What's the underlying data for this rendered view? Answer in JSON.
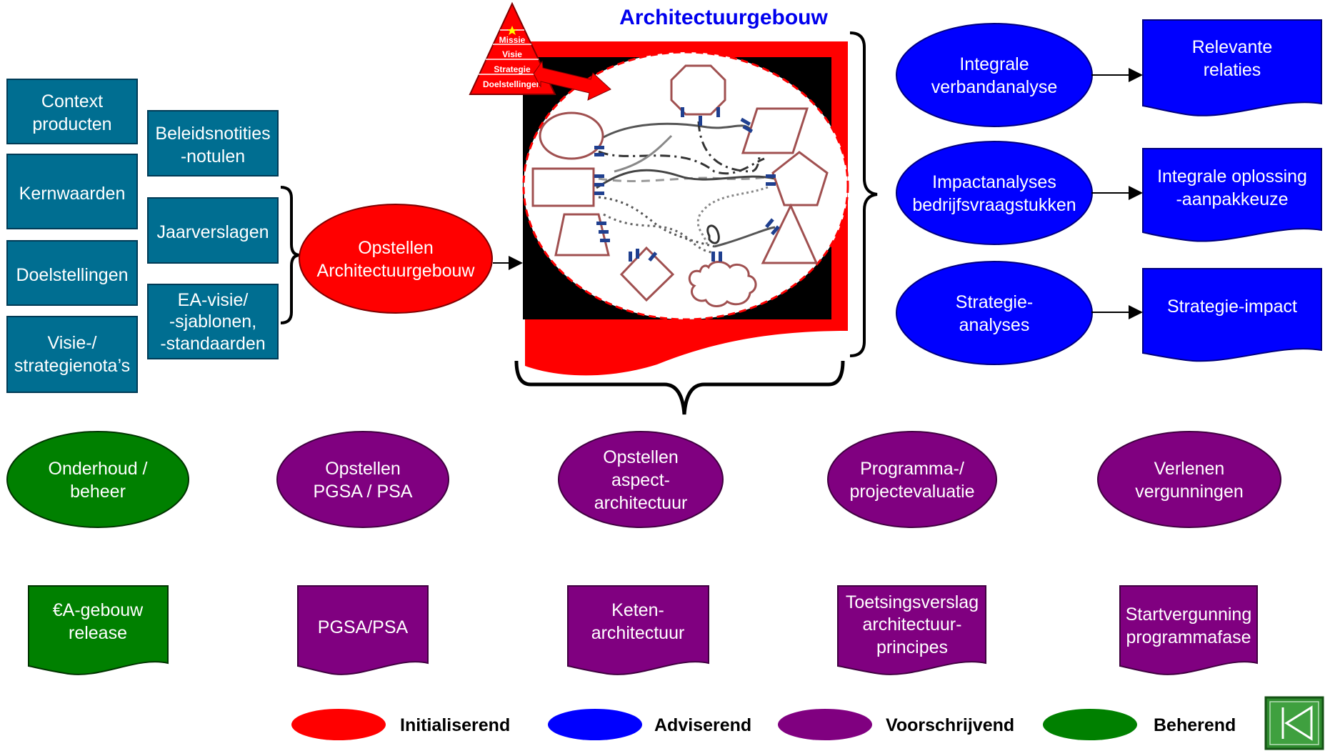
{
  "title": "Architectuurgebouw",
  "pyramid": [
    "Missie",
    "Visie",
    "Strategie",
    "Doelstellingen"
  ],
  "inputs_left": [
    [
      "Context",
      "producten"
    ],
    [
      "Kernwaarden"
    ],
    [
      "Doelstellingen"
    ],
    [
      "Visie-/",
      "strategienota’s"
    ]
  ],
  "inputs_mid": [
    [
      "Beleidsnotities",
      "-notulen"
    ],
    [
      "Jaarverslagen"
    ],
    [
      "EA-visie/",
      "-sjablonen,",
      "-standaarden"
    ]
  ],
  "initial_process": [
    "Opstellen",
    "Architectuurgebouw"
  ],
  "advisory_processes": [
    [
      "Integrale",
      "verbandanalyse"
    ],
    [
      "Impactanalyses",
      "bedrijfsvraagstukken"
    ],
    [
      "Strategie-",
      "analyses"
    ]
  ],
  "advisory_outputs": [
    [
      "Relevante",
      "relaties"
    ],
    [
      "Integrale oplossing",
      "-aanpakkeuze"
    ],
    [
      "Strategie-impact"
    ]
  ],
  "bottom_processes": [
    [
      "Onderhoud /",
      "beheer"
    ],
    [
      "Opstellen",
      "PGSA / PSA"
    ],
    [
      "Opstellen",
      "aspect-",
      "architectuur"
    ],
    [
      "Programma-/",
      "projectevaluatie"
    ],
    [
      "Verlenen",
      "vergunningen"
    ]
  ],
  "bottom_outputs": [
    [
      "€A-gebouw",
      "release"
    ],
    [
      "PGSA/PSA"
    ],
    [
      "Keten-",
      "architectuur"
    ],
    [
      "Toetsingsverslag",
      "architectuur-",
      "principes"
    ],
    [
      "Startvergunning",
      "programmafase"
    ]
  ],
  "legend": [
    "Initialiserend",
    "Adviserend",
    "Voorschrijvend",
    "Beherend"
  ],
  "colors": {
    "initialiserend": "#ff0000",
    "adviserend": "#0000ff",
    "voorschrijvend": "#800080",
    "beherend": "#008000",
    "input_box": "#006e91",
    "connector": "#1f3f8f"
  },
  "nav_icon": "skip-to-start-icon"
}
